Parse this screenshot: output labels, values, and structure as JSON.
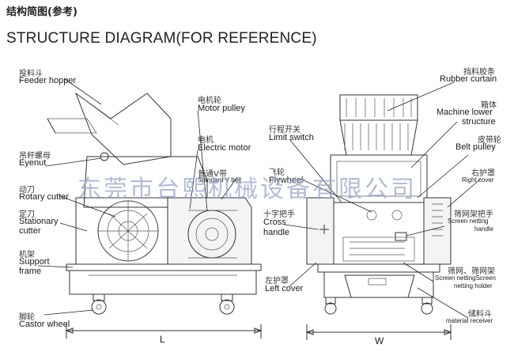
{
  "header": {
    "title_cn": "结构简图(参考)",
    "title_en": "STRUCTURE DIAGRAM(FOR REFERENCE)"
  },
  "watermark": "东莞市台熙机械设备有限公司",
  "left_view": {
    "dimension_label": "L",
    "labels": [
      {
        "cn": "投料斗",
        "en": "Feeder hopper"
      },
      {
        "cn": "吊杆螺母",
        "en": "Eyenut"
      },
      {
        "cn": "动刀",
        "en": "Rotary cutter"
      },
      {
        "cn": "定刀",
        "en": "Stationary",
        "en2": "cutter"
      },
      {
        "cn": "机架",
        "en": "Support",
        "en2": "frame"
      },
      {
        "cn": "脚轮",
        "en": "Castor wheel"
      },
      {
        "cn": "电机轮",
        "en": "Motor pulley"
      },
      {
        "cn": "电机",
        "en": "Electric motor"
      },
      {
        "cn": "普通V带",
        "en": "Standard V belt"
      }
    ]
  },
  "right_view": {
    "dimension_label": "W",
    "labels": [
      {
        "cn": "挡料胶条",
        "en": "Rubber curtain"
      },
      {
        "cn": "箱体",
        "en": "Machine lower",
        "en2": "structure"
      },
      {
        "cn": "皮带轮",
        "en": "Belt pulley"
      },
      {
        "cn": "右护罩",
        "en": "Right cover"
      },
      {
        "cn": "筛网架把手",
        "en": "Screen netting",
        "en2": "handle"
      },
      {
        "cn": "行程开关",
        "en": "Limit switch"
      },
      {
        "cn": "飞轮",
        "en": "Flywheel"
      },
      {
        "cn": "十字把手",
        "en": "Cross",
        "en2": "handle"
      },
      {
        "cn": "左护罩",
        "en": "Left cover"
      },
      {
        "cn": "筛网、筛网架",
        "en": "Screen nettingScreen",
        "en2": "netting holder"
      },
      {
        "cn": "储料斗",
        "en": "material receiver"
      }
    ]
  }
}
